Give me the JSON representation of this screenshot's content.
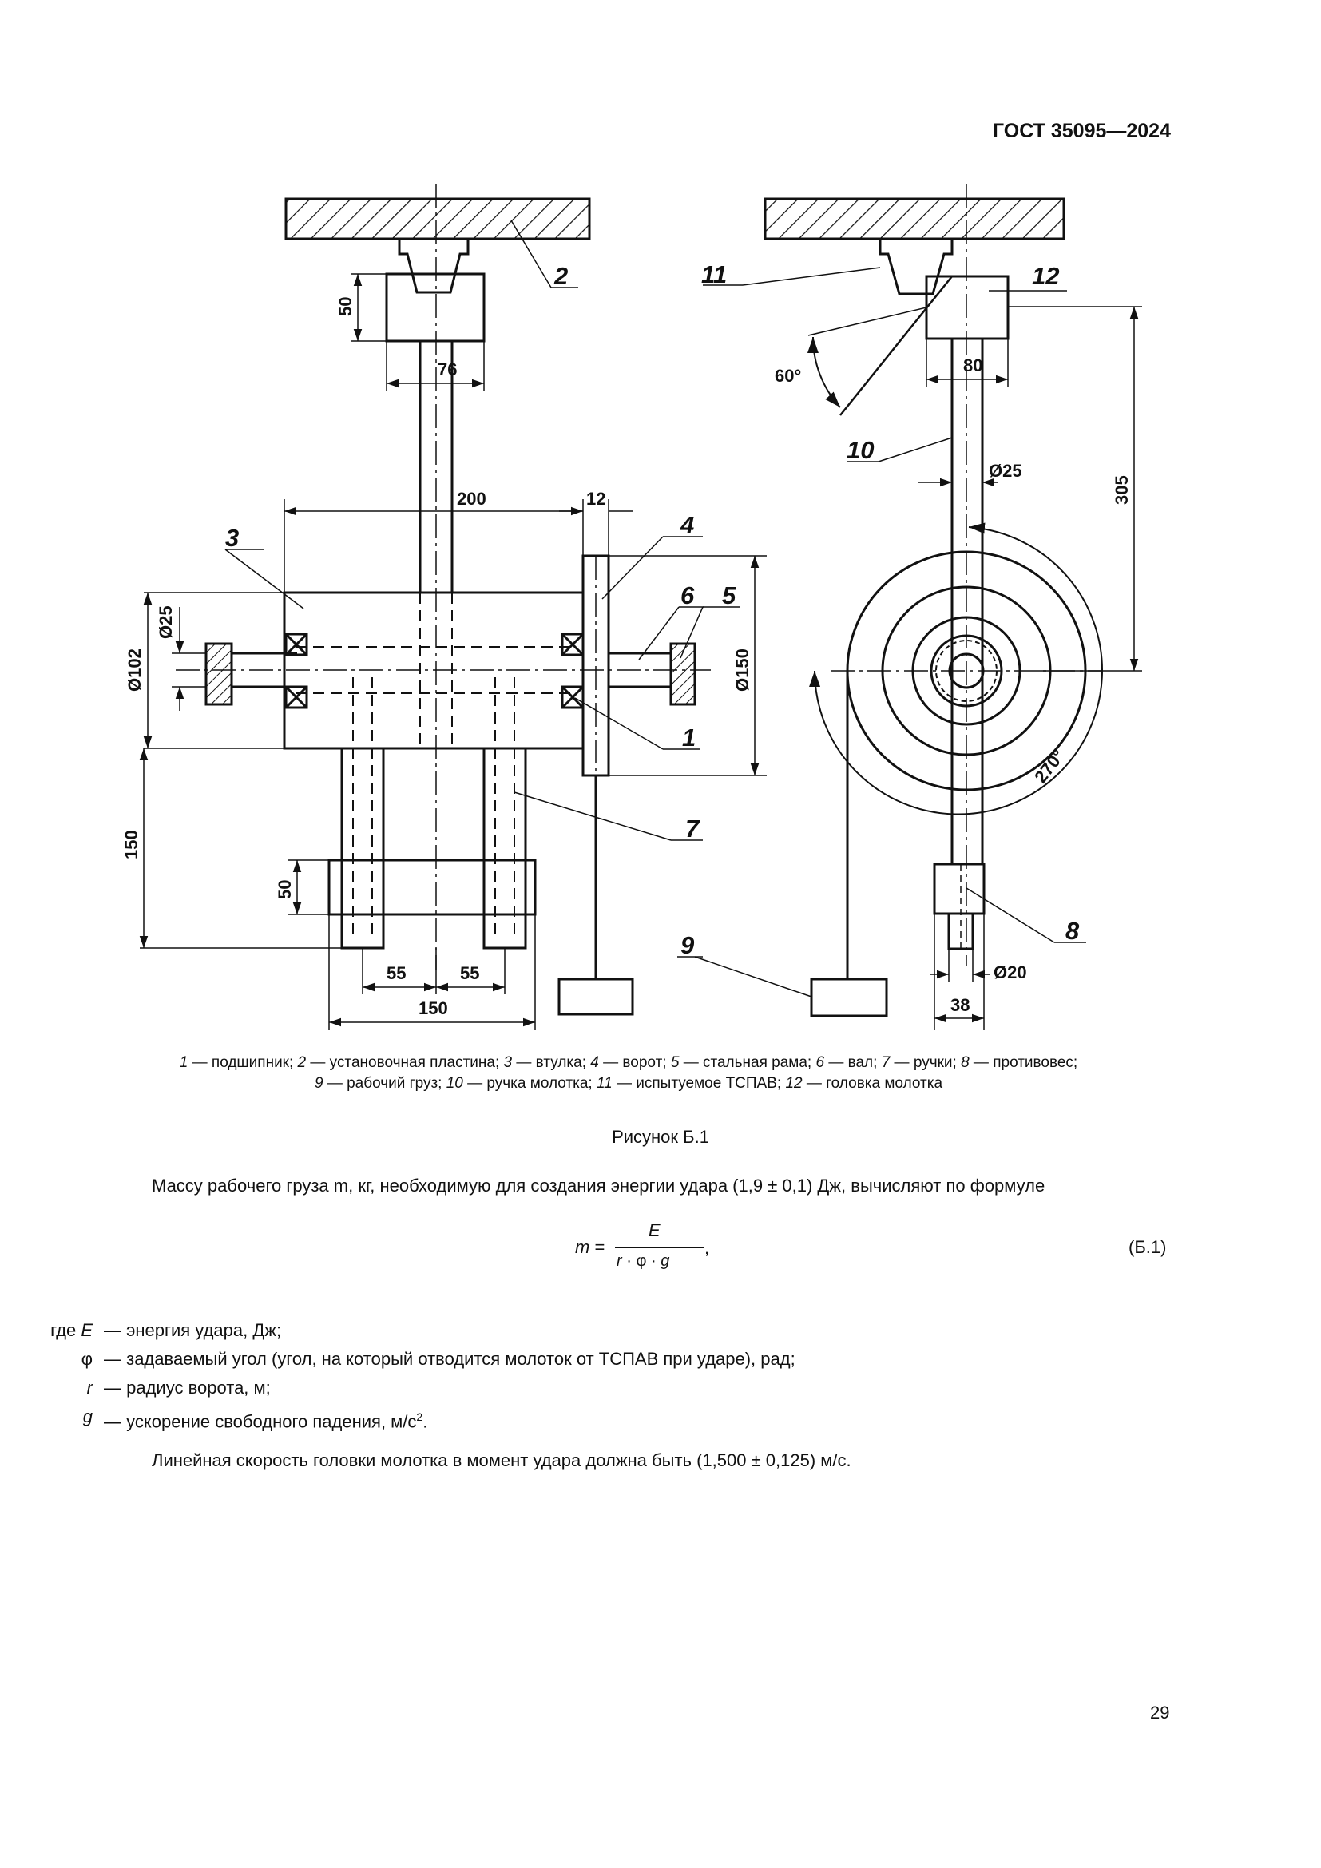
{
  "header": {
    "standard": "ГОСТ 35095—2024"
  },
  "figure": {
    "dimensions": {
      "d50_top": "50",
      "d76": "76",
      "d200": "200",
      "d12": "12",
      "d25_left": "Ø25",
      "d102": "Ø102",
      "d150_dia": "Ø150",
      "d150_vert": "150",
      "d50_bottom": "50",
      "d55_a": "55",
      "d55_b": "55",
      "d150_horiz": "150",
      "d80": "80",
      "d25_right": "Ø25",
      "d305": "305",
      "d20": "Ø20",
      "d38": "38",
      "angle60": "60°",
      "angle270": "270°"
    },
    "callouts": [
      "1",
      "2",
      "3",
      "4",
      "5",
      "6",
      "7",
      "8",
      "9",
      "10",
      "11",
      "12"
    ]
  },
  "legend": {
    "items": [
      {
        "num": "1",
        "text": "подшипник"
      },
      {
        "num": "2",
        "text": "установочная пластина"
      },
      {
        "num": "3",
        "text": "втулка"
      },
      {
        "num": "4",
        "text": "ворот"
      },
      {
        "num": "5",
        "text": "стальная рама"
      },
      {
        "num": "6",
        "text": "вал"
      },
      {
        "num": "7",
        "text": "ручки"
      },
      {
        "num": "8",
        "text": "противовес"
      },
      {
        "num": "9",
        "text": "рабочий груз"
      },
      {
        "num": "10",
        "text": "ручка молотка"
      },
      {
        "num": "11",
        "text": "испытуемое ТСПАВ"
      },
      {
        "num": "12",
        "text": "головка молотка"
      }
    ]
  },
  "caption": "Рисунок Б.1",
  "para1": "Массу рабочего груза m, кг, необходимую для создания энергии удара (1,9 ± 0,1) Дж, вычисляют по формуле",
  "formula": {
    "lhs_var": "m",
    "equals": " =",
    "numerator": "E",
    "den_r": "r",
    "den_phi": " · φ · ",
    "den_g": "g",
    "comma": ",",
    "number": "(Б.1)"
  },
  "where": [
    {
      "prefix": "где ",
      "symbol": "E",
      "text": "— энергия удара, Дж;"
    },
    {
      "prefix": "",
      "symbol": "φ",
      "text": "— задаваемый угол (угол, на который отводится молоток от ТСПАВ при ударе), рад;"
    },
    {
      "prefix": "",
      "symbol": "r",
      "text": "— радиус ворота, м;"
    },
    {
      "prefix": "",
      "symbol": "g",
      "text": "— ускорение свободного падения, м/с",
      "sup": "2",
      "tail": "."
    }
  ],
  "para2": "Линейная скорость головки молотка в момент удара должна быть (1,500 ± 0,125) м/с.",
  "page_number": "29"
}
